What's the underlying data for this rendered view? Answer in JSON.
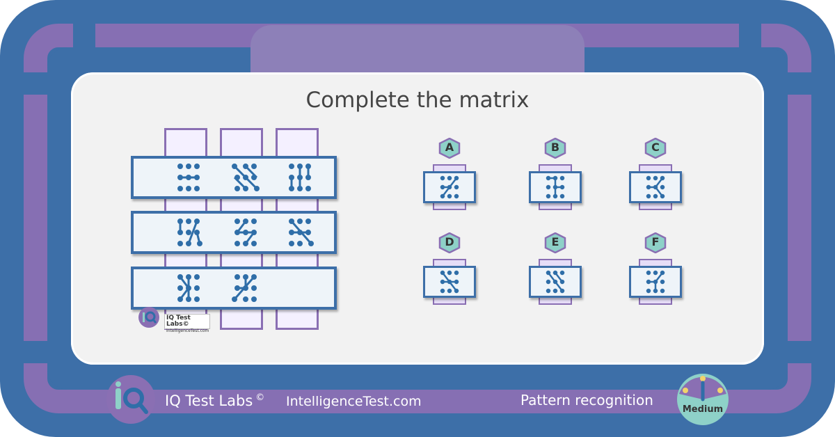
{
  "title": "Complete the matrix",
  "options": [
    {
      "label": "A"
    },
    {
      "label": "B"
    },
    {
      "label": "C"
    },
    {
      "label": "D"
    },
    {
      "label": "E"
    },
    {
      "label": "F"
    }
  ],
  "watermark": {
    "brand": "IQ Test Labs©",
    "url": "IntelligenceTest.com"
  },
  "footer": {
    "brand": "IQ Test Labs",
    "copyright": "©",
    "url": "IntelligenceTest.com",
    "category": "Pattern recognition",
    "difficulty": "Medium"
  },
  "colors": {
    "frame": "#3d6fa8",
    "accent_purple": "#8a6fb3",
    "dot_blue": "#2f6ea8",
    "hex_teal": "#8ed1c8"
  },
  "icons": [
    "magnifier-logo-icon",
    "difficulty-gauge-icon"
  ]
}
